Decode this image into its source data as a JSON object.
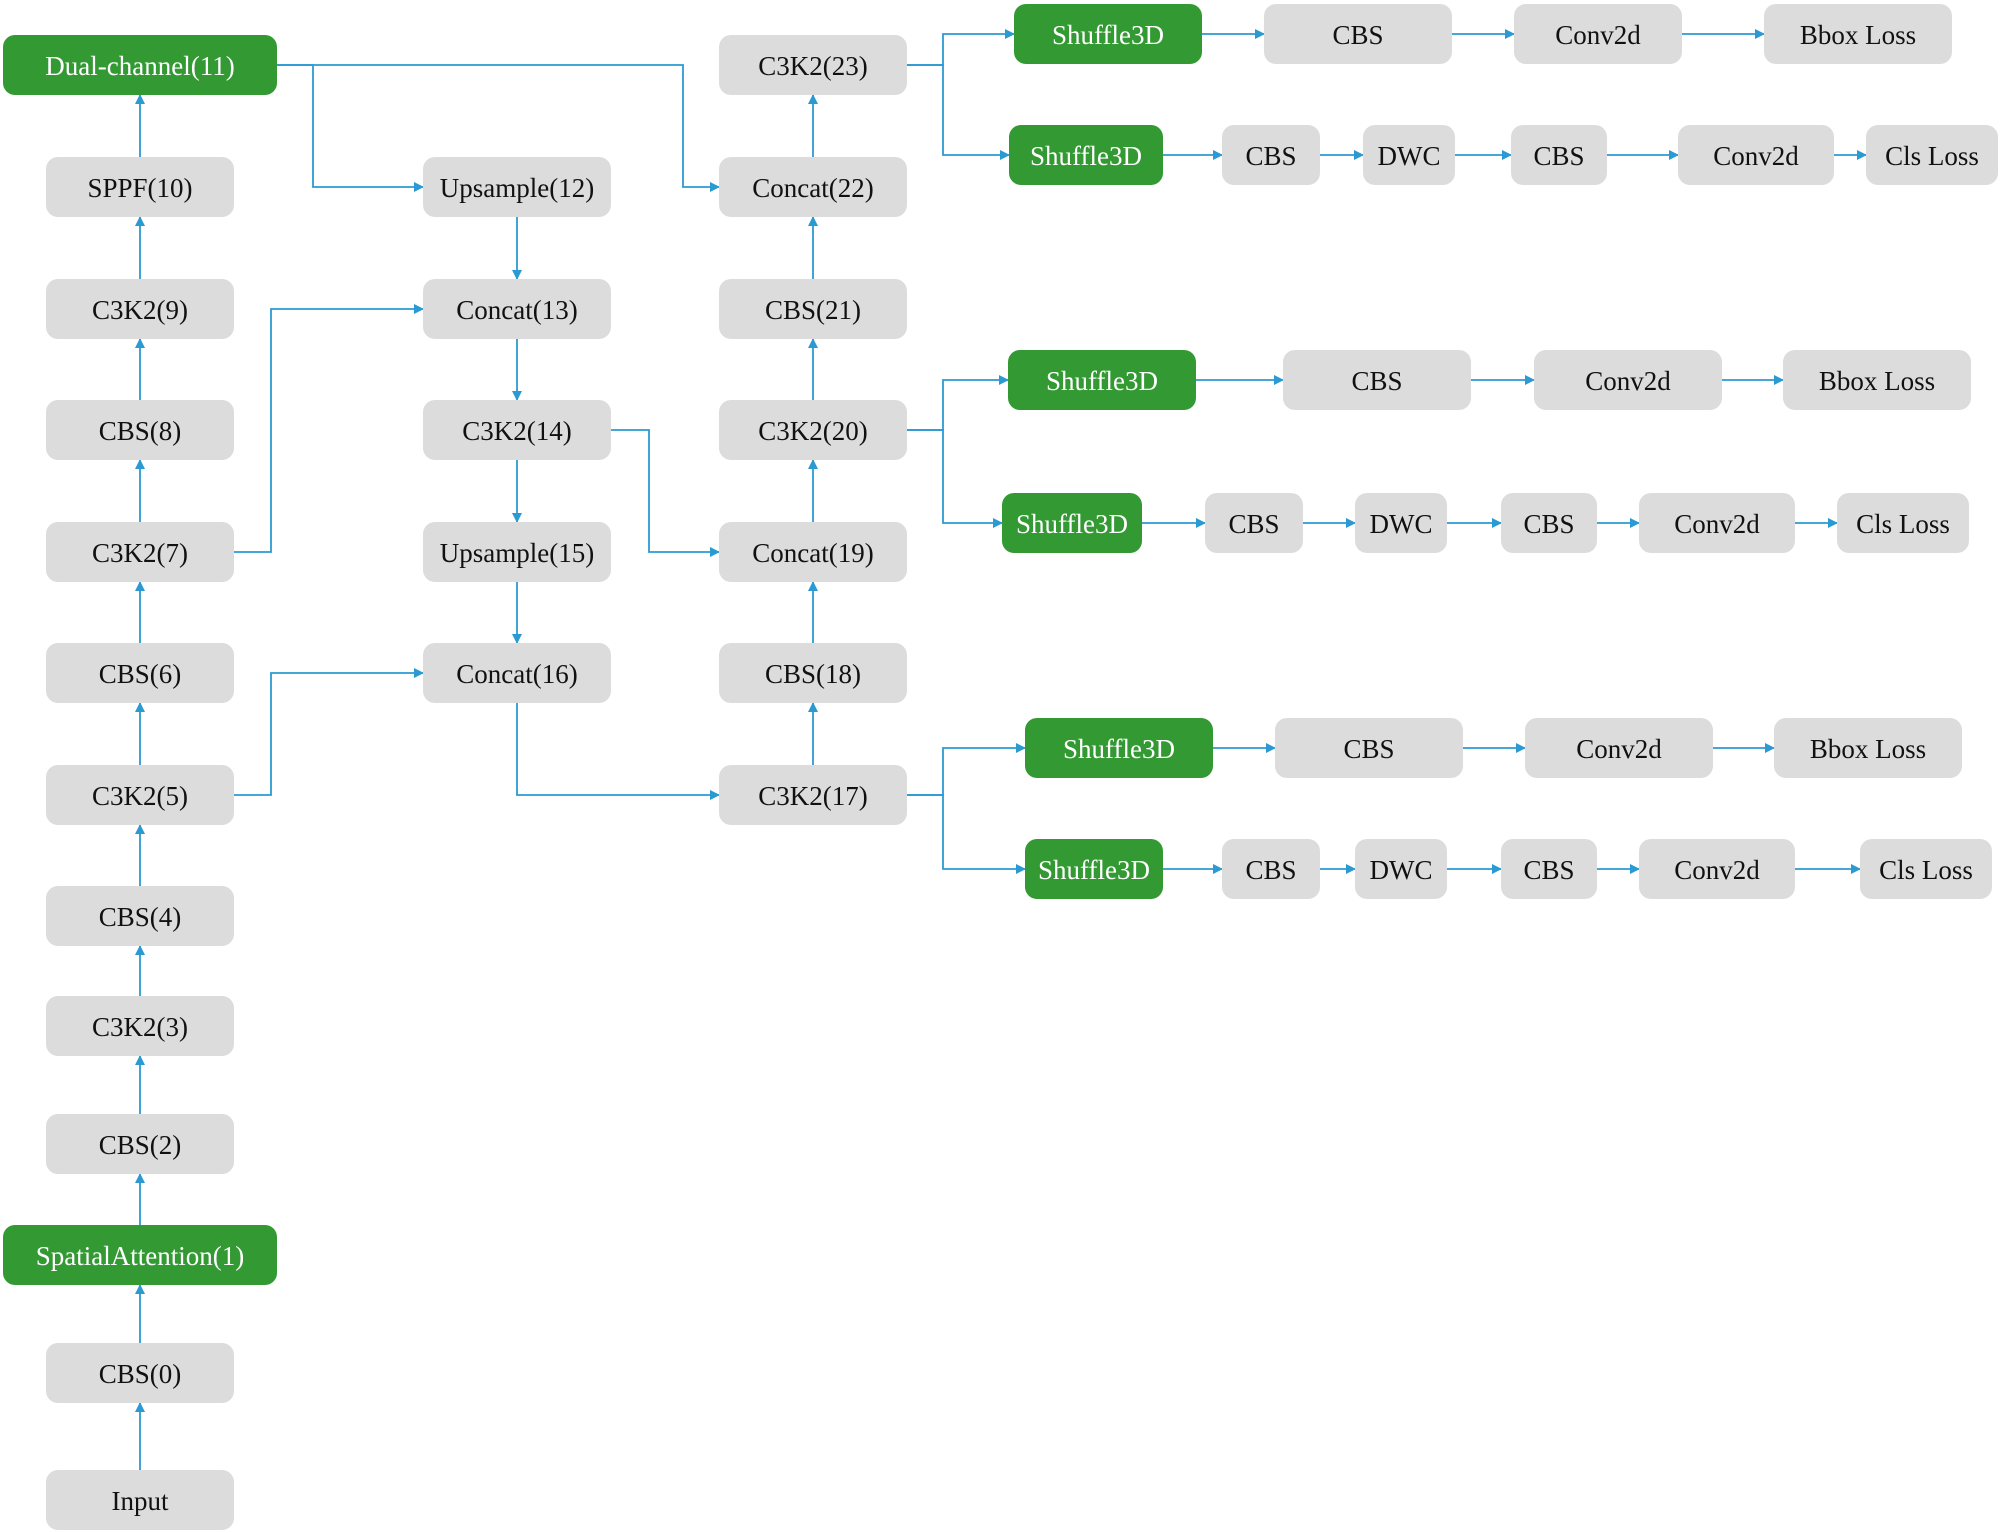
{
  "colors": {
    "gray_node": "#dcdcdc",
    "green_node": "#339933",
    "gray_text": "#111111",
    "green_text": "#ffffff",
    "arrow": "#2b9ad2"
  },
  "nodes": {
    "input": {
      "label": "Input",
      "kind": "gray"
    },
    "cbs0": {
      "label": "CBS(0)",
      "kind": "gray"
    },
    "spatial1": {
      "label": "SpatialAttention(1)",
      "kind": "green"
    },
    "cbs2": {
      "label": "CBS(2)",
      "kind": "gray"
    },
    "c3k2_3": {
      "label": "C3K2(3)",
      "kind": "gray"
    },
    "cbs4": {
      "label": "CBS(4)",
      "kind": "gray"
    },
    "c3k2_5": {
      "label": "C3K2(5)",
      "kind": "gray"
    },
    "cbs6": {
      "label": "CBS(6)",
      "kind": "gray"
    },
    "c3k2_7": {
      "label": "C3K2(7)",
      "kind": "gray"
    },
    "cbs8": {
      "label": "CBS(8)",
      "kind": "gray"
    },
    "c3k2_9": {
      "label": "C3K2(9)",
      "kind": "gray"
    },
    "sppf10": {
      "label": "SPPF(10)",
      "kind": "gray"
    },
    "dual11": {
      "label": "Dual-channel(11)",
      "kind": "green"
    },
    "up12": {
      "label": "Upsample(12)",
      "kind": "gray"
    },
    "concat13": {
      "label": "Concat(13)",
      "kind": "gray"
    },
    "c3k2_14": {
      "label": "C3K2(14)",
      "kind": "gray"
    },
    "up15": {
      "label": "Upsample(15)",
      "kind": "gray"
    },
    "concat16": {
      "label": "Concat(16)",
      "kind": "gray"
    },
    "c3k2_17": {
      "label": "C3K2(17)",
      "kind": "gray"
    },
    "cbs18": {
      "label": "CBS(18)",
      "kind": "gray"
    },
    "concat19": {
      "label": "Concat(19)",
      "kind": "gray"
    },
    "c3k2_20": {
      "label": "C3K2(20)",
      "kind": "gray"
    },
    "cbs21": {
      "label": "CBS(21)",
      "kind": "gray"
    },
    "concat22": {
      "label": "Concat(22)",
      "kind": "gray"
    },
    "c3k2_23": {
      "label": "C3K2(23)",
      "kind": "gray"
    },
    "h1_sh_a": {
      "label": "Shuffle3D",
      "kind": "green"
    },
    "h1_cbs_a": {
      "label": "CBS",
      "kind": "gray"
    },
    "h1_conv_a": {
      "label": "Conv2d",
      "kind": "gray"
    },
    "h1_bbox": {
      "label": "Bbox Loss",
      "kind": "gray"
    },
    "h1_sh_b": {
      "label": "Shuffle3D",
      "kind": "green"
    },
    "h1_cbs_b1": {
      "label": "CBS",
      "kind": "gray"
    },
    "h1_dwc": {
      "label": "DWC",
      "kind": "gray"
    },
    "h1_cbs_b2": {
      "label": "CBS",
      "kind": "gray"
    },
    "h1_conv_b": {
      "label": "Conv2d",
      "kind": "gray"
    },
    "h1_cls": {
      "label": "Cls Loss",
      "kind": "gray"
    },
    "h2_sh_a": {
      "label": "Shuffle3D",
      "kind": "green"
    },
    "h2_cbs_a": {
      "label": "CBS",
      "kind": "gray"
    },
    "h2_conv_a": {
      "label": "Conv2d",
      "kind": "gray"
    },
    "h2_bbox": {
      "label": "Bbox Loss",
      "kind": "gray"
    },
    "h2_sh_b": {
      "label": "Shuffle3D",
      "kind": "green"
    },
    "h2_cbs_b1": {
      "label": "CBS",
      "kind": "gray"
    },
    "h2_dwc": {
      "label": "DWC",
      "kind": "gray"
    },
    "h2_cbs_b2": {
      "label": "CBS",
      "kind": "gray"
    },
    "h2_conv_b": {
      "label": "Conv2d",
      "kind": "gray"
    },
    "h2_cls": {
      "label": "Cls Loss",
      "kind": "gray"
    },
    "h3_sh_a": {
      "label": "Shuffle3D",
      "kind": "green"
    },
    "h3_cbs_a": {
      "label": "CBS",
      "kind": "gray"
    },
    "h3_conv_a": {
      "label": "Conv2d",
      "kind": "gray"
    },
    "h3_bbox": {
      "label": "Bbox Loss",
      "kind": "gray"
    },
    "h3_sh_b": {
      "label": "Shuffle3D",
      "kind": "green"
    },
    "h3_cbs_b1": {
      "label": "CBS",
      "kind": "gray"
    },
    "h3_dwc": {
      "label": "DWC",
      "kind": "gray"
    },
    "h3_cbs_b2": {
      "label": "CBS",
      "kind": "gray"
    },
    "h3_conv_b": {
      "label": "Conv2d",
      "kind": "gray"
    },
    "h3_cls": {
      "label": "Cls Loss",
      "kind": "gray"
    }
  },
  "edges": [
    [
      "input",
      "cbs0"
    ],
    [
      "cbs0",
      "spatial1"
    ],
    [
      "spatial1",
      "cbs2"
    ],
    [
      "cbs2",
      "c3k2_3"
    ],
    [
      "c3k2_3",
      "cbs4"
    ],
    [
      "cbs4",
      "c3k2_5"
    ],
    [
      "c3k2_5",
      "cbs6"
    ],
    [
      "cbs6",
      "c3k2_7"
    ],
    [
      "c3k2_7",
      "cbs8"
    ],
    [
      "cbs8",
      "c3k2_9"
    ],
    [
      "c3k2_9",
      "sppf10"
    ],
    [
      "sppf10",
      "dual11"
    ],
    [
      "dual11",
      "up12"
    ],
    [
      "dual11",
      "concat22"
    ],
    [
      "up12",
      "concat13"
    ],
    [
      "c3k2_7",
      "concat13"
    ],
    [
      "concat13",
      "c3k2_14"
    ],
    [
      "c3k2_14",
      "up15"
    ],
    [
      "c3k2_14",
      "concat19"
    ],
    [
      "up15",
      "concat16"
    ],
    [
      "c3k2_5",
      "concat16"
    ],
    [
      "concat16",
      "c3k2_17"
    ],
    [
      "c3k2_17",
      "cbs18"
    ],
    [
      "cbs18",
      "concat19"
    ],
    [
      "concat19",
      "c3k2_20"
    ],
    [
      "c3k2_20",
      "cbs21"
    ],
    [
      "cbs21",
      "concat22"
    ],
    [
      "concat22",
      "c3k2_23"
    ],
    [
      "c3k2_23",
      "h1_sh_a"
    ],
    [
      "c3k2_23",
      "h1_sh_b"
    ],
    [
      "c3k2_20",
      "h2_sh_a"
    ],
    [
      "c3k2_20",
      "h2_sh_b"
    ],
    [
      "c3k2_17",
      "h3_sh_a"
    ],
    [
      "c3k2_17",
      "h3_sh_b"
    ],
    [
      "h1_sh_a",
      "h1_cbs_a"
    ],
    [
      "h1_cbs_a",
      "h1_conv_a"
    ],
    [
      "h1_conv_a",
      "h1_bbox"
    ],
    [
      "h1_sh_b",
      "h1_cbs_b1"
    ],
    [
      "h1_cbs_b1",
      "h1_dwc"
    ],
    [
      "h1_dwc",
      "h1_cbs_b2"
    ],
    [
      "h1_cbs_b2",
      "h1_conv_b"
    ],
    [
      "h1_conv_b",
      "h1_cls"
    ],
    [
      "h2_sh_a",
      "h2_cbs_a"
    ],
    [
      "h2_cbs_a",
      "h2_conv_a"
    ],
    [
      "h2_conv_a",
      "h2_bbox"
    ],
    [
      "h2_sh_b",
      "h2_cbs_b1"
    ],
    [
      "h2_cbs_b1",
      "h2_dwc"
    ],
    [
      "h2_dwc",
      "h2_cbs_b2"
    ],
    [
      "h2_cbs_b2",
      "h2_conv_b"
    ],
    [
      "h2_conv_b",
      "h2_cls"
    ],
    [
      "h3_sh_a",
      "h3_cbs_a"
    ],
    [
      "h3_cbs_a",
      "h3_conv_a"
    ],
    [
      "h3_conv_a",
      "h3_bbox"
    ],
    [
      "h3_sh_b",
      "h3_cbs_b1"
    ],
    [
      "h3_cbs_b1",
      "h3_dwc"
    ],
    [
      "h3_dwc",
      "h3_cbs_b2"
    ],
    [
      "h3_cbs_b2",
      "h3_conv_b"
    ],
    [
      "h3_conv_b",
      "h3_cls"
    ]
  ]
}
